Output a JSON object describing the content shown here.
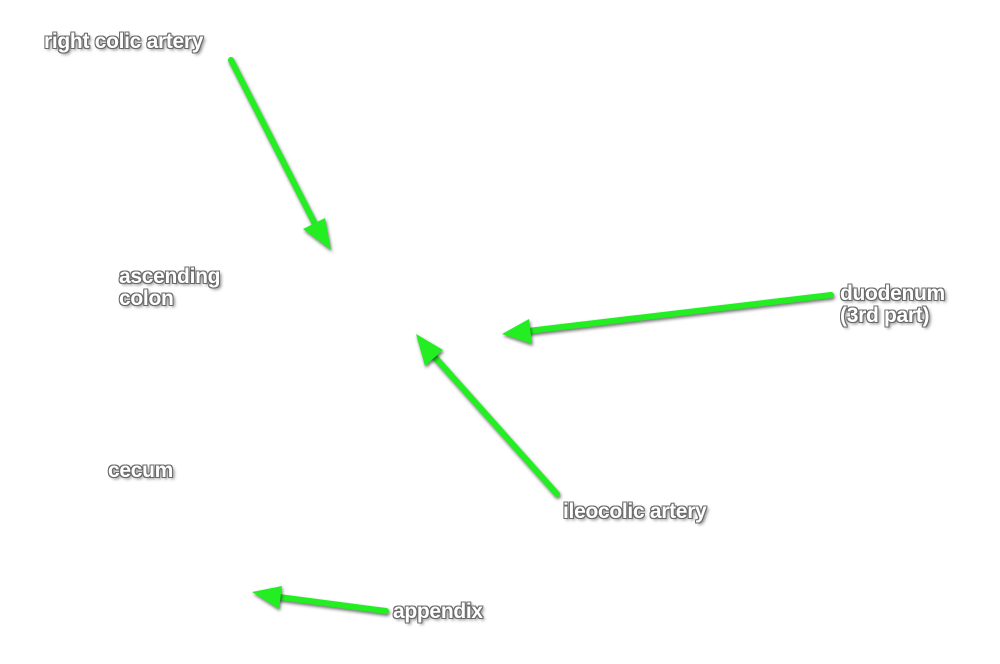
{
  "labels": {
    "right_colic_artery": "right colic artery",
    "ascending_colon_line1": "ascending",
    "ascending_colon_line2": "colon",
    "duodenum_line1": "duodenum",
    "duodenum_line2": "(3rd part)",
    "cecum": "cecum",
    "ileocolic_artery": "ileocolic artery",
    "appendix": "appendix"
  },
  "colors": {
    "arrow": "#22ee22",
    "label_text": "#ffffff",
    "label_outline": "#6a6a6a",
    "background": "#ffffff"
  }
}
